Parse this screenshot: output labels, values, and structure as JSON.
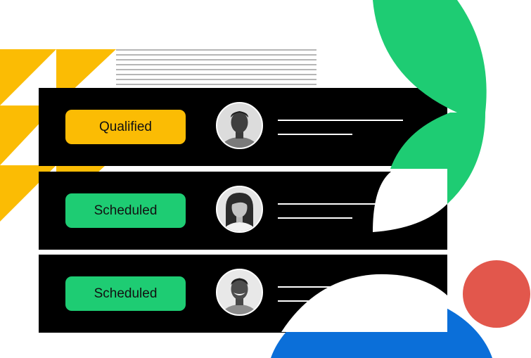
{
  "colors": {
    "accent_yellow": "#FBBC04",
    "accent_green": "#1ECC73",
    "accent_blue": "#0B6FD9",
    "accent_red": "#E2574C",
    "card_background": "#000000"
  },
  "rows": [
    {
      "status_label": "Qualified",
      "status_color": "#FBBC04",
      "avatar_icon": "person-avatar-icon"
    },
    {
      "status_label": "Scheduled",
      "status_color": "#1ECC73",
      "avatar_icon": "person-avatar-icon"
    },
    {
      "status_label": "Scheduled",
      "status_color": "#1ECC73",
      "avatar_icon": "person-avatar-icon"
    }
  ]
}
